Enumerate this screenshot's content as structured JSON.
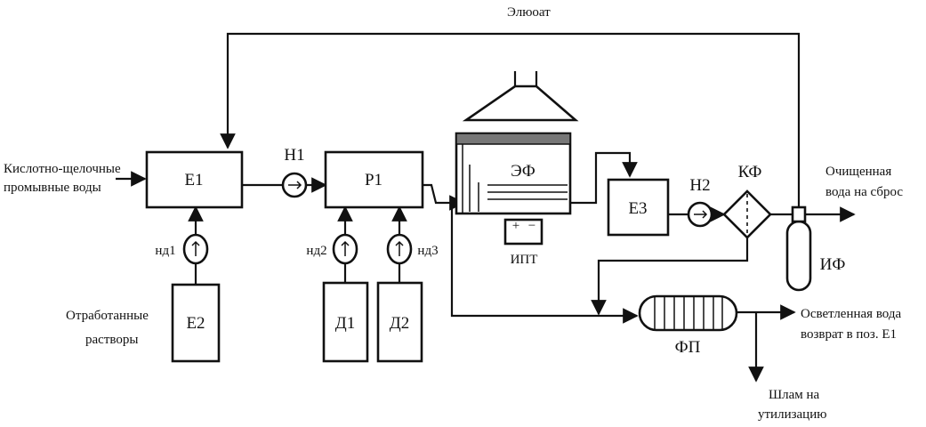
{
  "labels": {
    "eluat": "Элюоат",
    "inlet": [
      "Кислотно-щелочные",
      "промывные воды"
    ],
    "spent": [
      "Отработанные",
      "растворы"
    ],
    "outlet": [
      "Очищенная",
      "вода на сброс"
    ],
    "clarified": [
      "Осветленная вода",
      "возврат в поз. Е1"
    ],
    "sludge": [
      "Шлам на",
      "утилизацию"
    ]
  },
  "equipment": {
    "e1": "Е1",
    "e2": "Е2",
    "e3": "Е3",
    "r1": "Р1",
    "d1": "Д1",
    "d2": "Д2",
    "ef": "ЭФ",
    "ipt": "ИПТ",
    "kf": "КФ",
    "if": "ИФ",
    "fp": "ФП",
    "ipt_plus": "+",
    "ipt_minus": "−"
  },
  "pumps": {
    "n1": "Н1",
    "n2": "Н2",
    "nd1": "нд1",
    "nd2": "нд2",
    "nd3": "нд3"
  }
}
